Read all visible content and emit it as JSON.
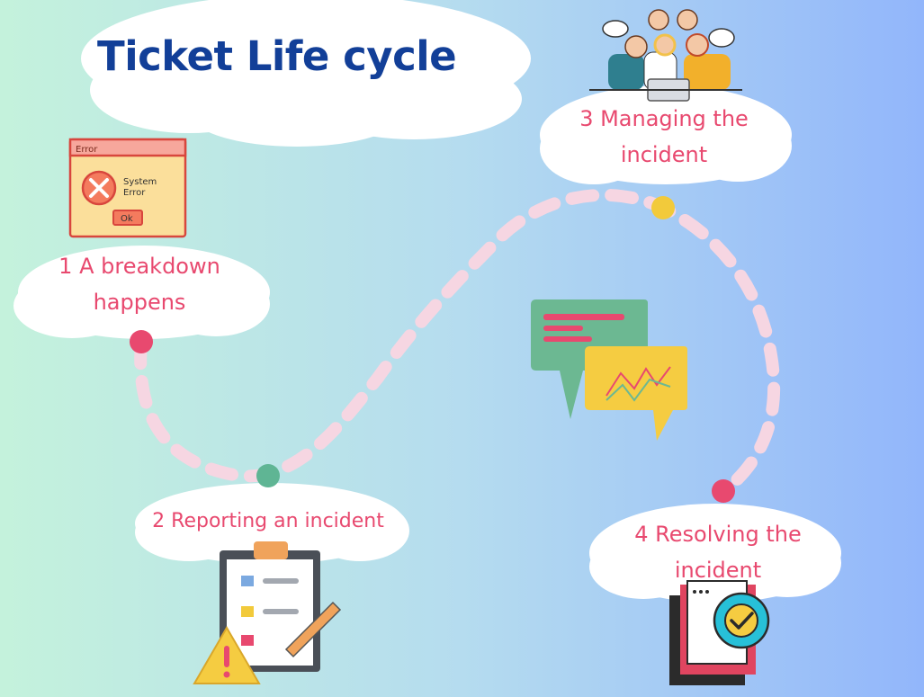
{
  "title": "Ticket Life cycle",
  "steps": [
    {
      "label_line1": "1 A breakdown",
      "label_line2": "happens"
    },
    {
      "label_line1": "2 Reporting an incident"
    },
    {
      "label_line1": "3 Managing the",
      "label_line2": "incident"
    },
    {
      "label_line1": "4 Resolving the",
      "label_line2": "incident"
    }
  ],
  "error_dialog": {
    "title": "Error",
    "message_line1": "System",
    "message_line2": "Error",
    "button": "Ok"
  },
  "colors": {
    "background_left": "#c4f2dc",
    "background_right": "#92b6fb",
    "title": "#123f98",
    "label": "#e8496f",
    "path": "#f6d6e2",
    "dot_pink": "#e8496f",
    "dot_green": "#5fb594",
    "dot_yellow": "#f2ca3b"
  }
}
